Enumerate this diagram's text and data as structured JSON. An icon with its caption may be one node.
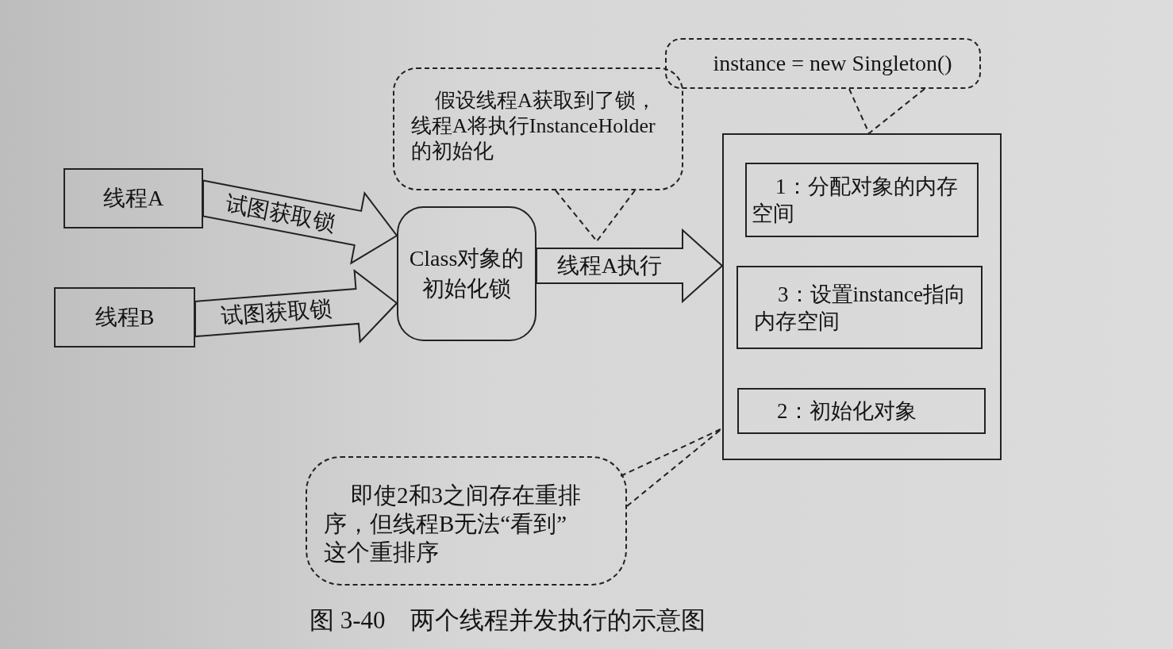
{
  "diagram": {
    "nodes": [
      {
        "text": [
          "线程A"
        ]
      },
      {
        "text": [
          "线程B"
        ]
      },
      {
        "text": [
          "Class对象的初始化锁"
        ]
      },
      {
        "text": [],
        "shape": "box"
      },
      {
        "text": [
          "1：分配对象的内存空间"
        ],
        "in": 3
      },
      {
        "text": [
          "3：设置instance指向内存空间"
        ],
        "in": 3
      },
      {
        "text": [
          "2：初始化对象"
        ],
        "in": 3
      },
      {
        "text": [
          "假设线程A获取到了锁，线程A将执行InstanceHolder的初始化"
        ]
      },
      {
        "text": [
          "instance = new Singleton()"
        ]
      },
      {
        "text": [
          "即使2和3之间存在重排序，但线程B无法“看到”这个重排序"
        ]
      }
    ],
    "edges": [
      {
        "from": 0,
        "to": 2,
        "arrow": "to",
        "label": "试图获取锁"
      },
      {
        "from": 1,
        "to": 2,
        "arrow": "to",
        "label": "试图获取锁"
      },
      {
        "from": 2,
        "to": 3,
        "arrow": "to",
        "label": "线程A执行"
      },
      {
        "from": 7,
        "to": null,
        "arrow": "none",
        "style": "dashed"
      },
      {
        "from": 8,
        "to": 3,
        "arrow": "none",
        "style": "dashed"
      },
      {
        "from": 9,
        "to": 3,
        "arrow": "none",
        "style": "dashed"
      }
    ],
    "caption": "图 3-40　两个线程并发执行的示意图"
  }
}
